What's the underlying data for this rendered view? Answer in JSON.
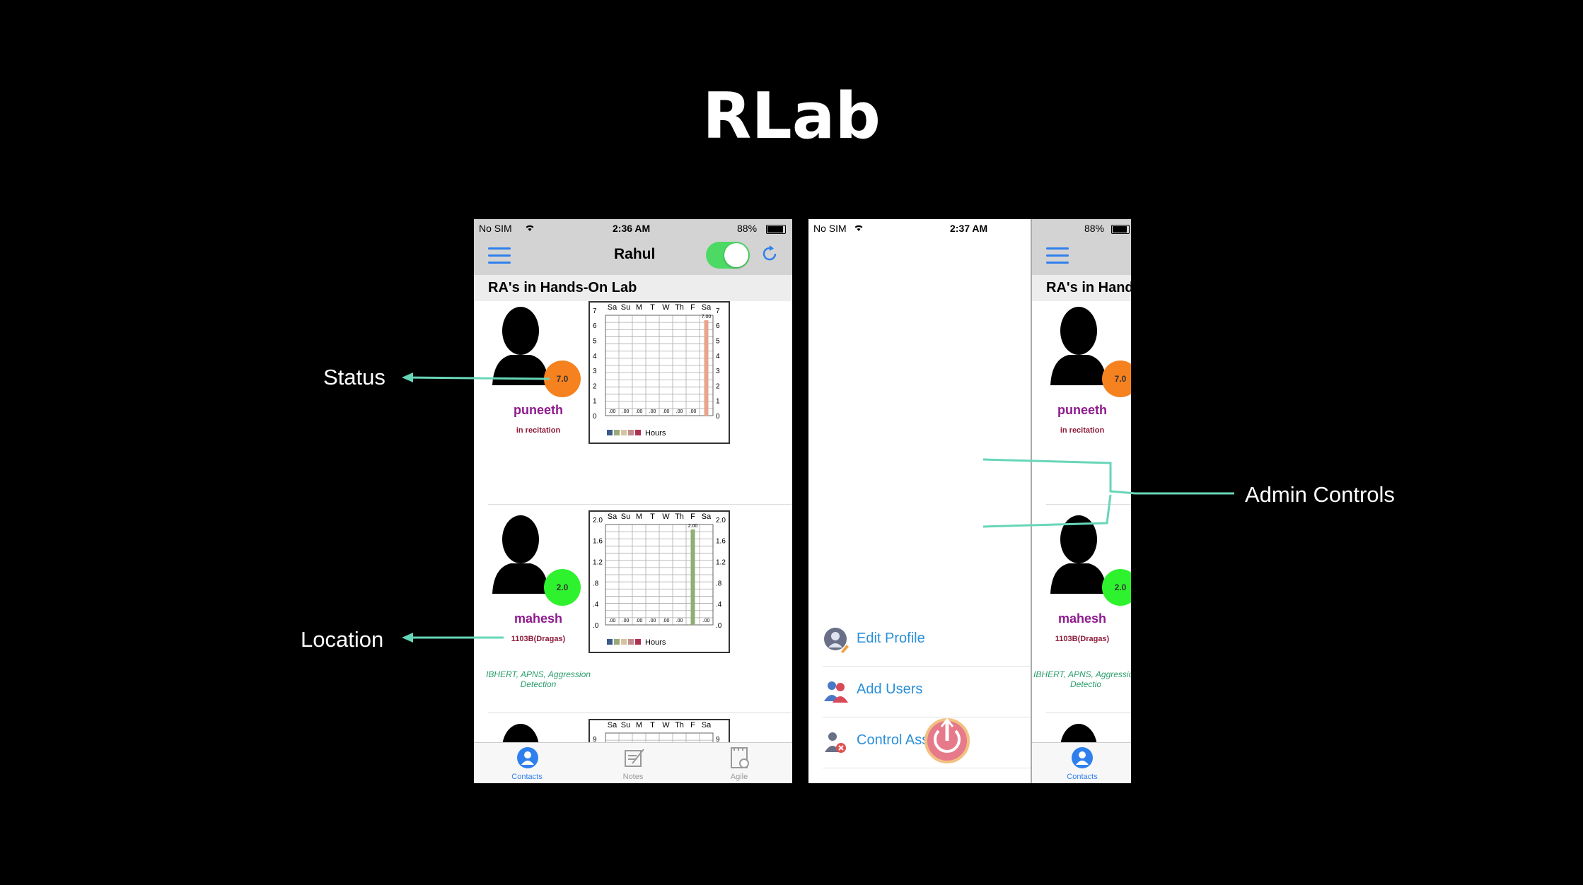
{
  "slide": {
    "title": "RLab",
    "callouts": {
      "status": "Status",
      "location": "Location",
      "admin": "Admin Controls"
    }
  },
  "left_phone": {
    "status_bar": {
      "carrier": "No SIM",
      "time": "2:36 AM",
      "battery": "88%"
    },
    "nav": {
      "title": "Rahul",
      "toggle_on": true
    },
    "section_title": "RA's in Hands-On Lab",
    "people": [
      {
        "name": "puneeth",
        "status": "7.0",
        "status_color": "#f5821f",
        "location": "in recitation",
        "projects": ""
      },
      {
        "name": "mahesh",
        "status": "2.0",
        "status_color": "#2ef22e",
        "location": "1103B(Dragas)",
        "projects": "IBHERT, APNS, Aggression Detection"
      }
    ],
    "tabs": [
      {
        "label": "Contacts",
        "icon": "contacts-icon",
        "active": true
      },
      {
        "label": "Notes",
        "icon": "notes-icon",
        "active": false
      },
      {
        "label": "Agile",
        "icon": "agile-icon",
        "active": false
      }
    ]
  },
  "chart_data": [
    {
      "type": "bar",
      "categories": [
        "Sa",
        "Su",
        "M",
        "T",
        "W",
        "Th",
        "F",
        "Sa"
      ],
      "series": [
        {
          "name": "Hours",
          "values": [
            0,
            0,
            0,
            0,
            0,
            0,
            0,
            7.0
          ]
        }
      ],
      "value_labels": [
        ".00",
        ".00",
        ".00",
        ".00",
        ".00",
        ".00",
        ".00",
        "7.00"
      ],
      "y_ticks": [
        "0",
        "1",
        "2",
        "3",
        "4",
        "5",
        "6",
        "7"
      ],
      "ylim": [
        0,
        7
      ],
      "bar_color": "#e8a48c",
      "legend_colors": [
        "#3a5a8a",
        "#9aa87a",
        "#d8c3a0",
        "#c28c8c",
        "#b03050"
      ],
      "grid": true
    },
    {
      "type": "bar",
      "categories": [
        "Sa",
        "Su",
        "M",
        "T",
        "W",
        "Th",
        "F",
        "Sa"
      ],
      "series": [
        {
          "name": "Hours",
          "values": [
            0,
            0,
            0,
            0,
            0,
            0,
            2.0,
            0
          ]
        }
      ],
      "value_labels": [
        ".00",
        ".00",
        ".00",
        ".00",
        ".00",
        ".00",
        "2.00",
        ".00"
      ],
      "y_ticks": [
        ".0",
        ".4",
        ".8",
        "1.2",
        "1.6",
        "2.0"
      ],
      "ylim": [
        0,
        2.0
      ],
      "bar_color": "#8fae73",
      "legend_colors": [
        "#3a5a8a",
        "#9aa87a",
        "#d8c3a0",
        "#c28c8c",
        "#b03050"
      ],
      "grid": true
    },
    {
      "type": "bar",
      "categories": [
        "Sa",
        "Su",
        "M",
        "T",
        "W",
        "Th",
        "F",
        "Sa"
      ],
      "series": [
        {
          "name": "",
          "values": []
        }
      ],
      "y_ticks": [
        "9"
      ],
      "grid": true
    }
  ],
  "right_phone": {
    "status_bar": {
      "carrier": "No SIM",
      "time": "2:37 AM",
      "battery": "88%"
    },
    "menu": [
      {
        "label": "Edit Profile",
        "icon": "edit-profile-icon"
      },
      {
        "label": "Add Users",
        "icon": "add-users-icon"
      },
      {
        "label": "Control Assistants",
        "icon": "control-assistants-icon"
      }
    ],
    "peek": {
      "section_title": "RA's in Hand",
      "people": [
        {
          "name": "puneeth",
          "status": "7.0",
          "location": "in recitation"
        },
        {
          "name": "mahesh",
          "status": "2.0",
          "location": "1103B(Dragas)",
          "projects": "IBHERT, APNS, Aggression Detectio"
        }
      ],
      "tab_label": "Contacts"
    }
  }
}
